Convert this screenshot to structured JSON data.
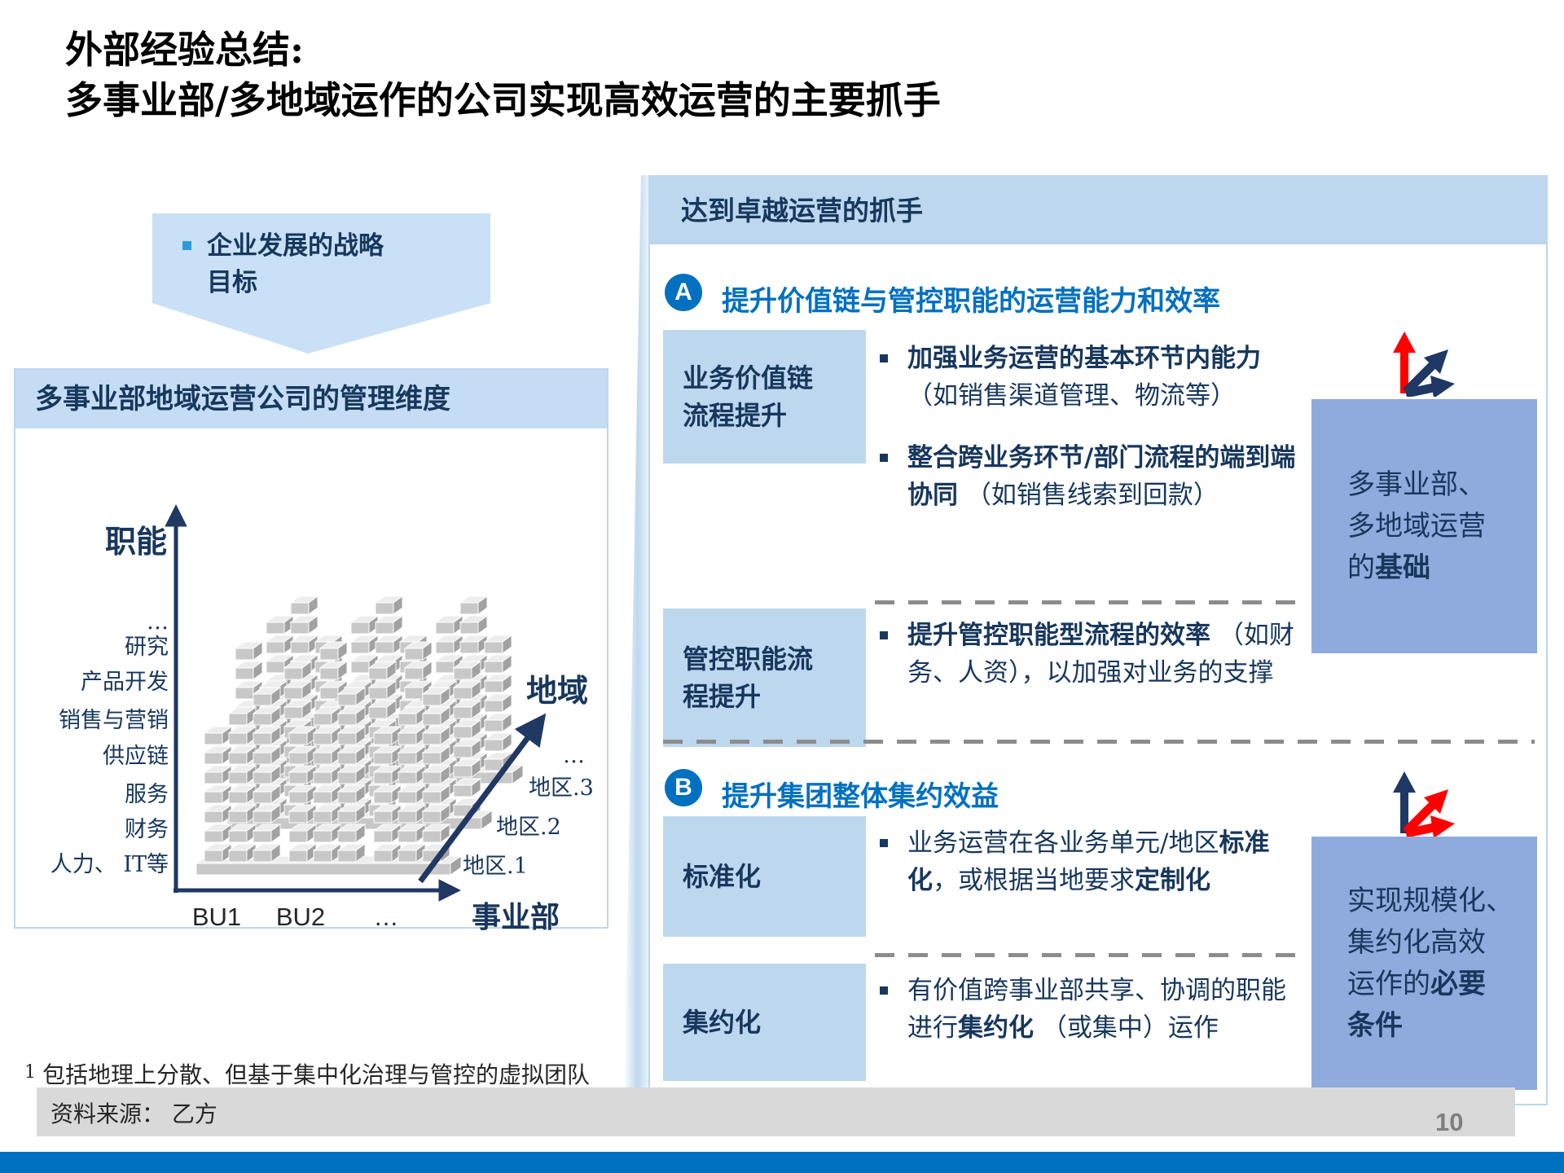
{
  "slide": {
    "title_line1": "外部经验总结:",
    "title_line2": "多事业部/多地域运作的公司实现高效运营的主要抓手"
  },
  "left": {
    "callout": {
      "text": "企业发展的战略\n目标"
    },
    "matrix_box": {
      "title": "多事业部地域运营公司的管理维度",
      "y_axis": "职能",
      "x_axis": "事业部",
      "z_axis": "地域",
      "function_labels": [
        "…",
        "研究",
        "产品开发",
        "销售与营销",
        "供应链",
        "服务",
        "财务",
        "人力、 IT等"
      ],
      "bu_labels": [
        "BU1",
        "BU2",
        "…"
      ],
      "region_labels": [
        "…",
        "地区.3",
        "地区.2",
        "地区.1"
      ]
    }
  },
  "panel": {
    "header": "达到卓越运营的抓手",
    "sections": [
      {
        "badge": "A",
        "title": "提升价值链与管控职能的运营能力和效率",
        "rows": [
          {
            "label": "业务价值链\n流程提升",
            "bullets": [
              [
                {
                  "t": "加强业务运营的基本环节内能力",
                  "b": true
                },
                {
                  "t": " （如销售渠道管理、物流等）"
                }
              ],
              [
                {
                  "t": "整合跨业务环节/部门流程的端到端协同",
                  "b": true
                },
                {
                  "t": " （如销售线索到回款）"
                }
              ]
            ]
          },
          {
            "label": "管控职能流\n程提升",
            "bullets": [
              [
                {
                  "t": "提升管控职能型流程的效率",
                  "b": true
                },
                {
                  "t": " （如财务、人资），以加强对业务的支撑"
                }
              ]
            ]
          }
        ],
        "side_note": [
          {
            "t": "多事业部、\n多地域运营\n的"
          },
          {
            "t": "基础",
            "b": true
          }
        ]
      },
      {
        "badge": "B",
        "title": "提升集团整体集约效益",
        "rows": [
          {
            "label": "标准化",
            "bullets": [
              [
                {
                  "t": "业务运营在各业务单元/地区"
                },
                {
                  "t": "标准化",
                  "b": true
                },
                {
                  "t": "，或根据当地要求"
                },
                {
                  "t": "定制化",
                  "b": true
                }
              ]
            ]
          },
          {
            "label": "集约化",
            "bullets": [
              [
                {
                  "t": "有价值跨事业部共享、协调的职能进行"
                },
                {
                  "t": "集约化",
                  "b": true
                },
                {
                  "t": " （或集中）运作"
                }
              ]
            ]
          }
        ],
        "side_note": [
          {
            "t": "实现规模化、\n集约化高效\n运作的"
          },
          {
            "t": "必要\n条件",
            "b": true
          }
        ]
      }
    ]
  },
  "footer": {
    "footnote_sup": "1",
    "footnote": "包括地理上分散、但基于集中化治理与管控的虚拟团队",
    "source": "资料来源： 乙方",
    "page": "10"
  },
  "colors": {
    "accent_blue": "#0070C0",
    "navy_text": "#17375D",
    "light_blue_fill": "#BDD7EE",
    "callout_fill": "#C9E0F6",
    "periwinkle_fill": "#8FAADC",
    "arrow_red": "#FF0000",
    "gray_band": "#D9D9D9",
    "page_number_gray": "#7F7F7F"
  }
}
